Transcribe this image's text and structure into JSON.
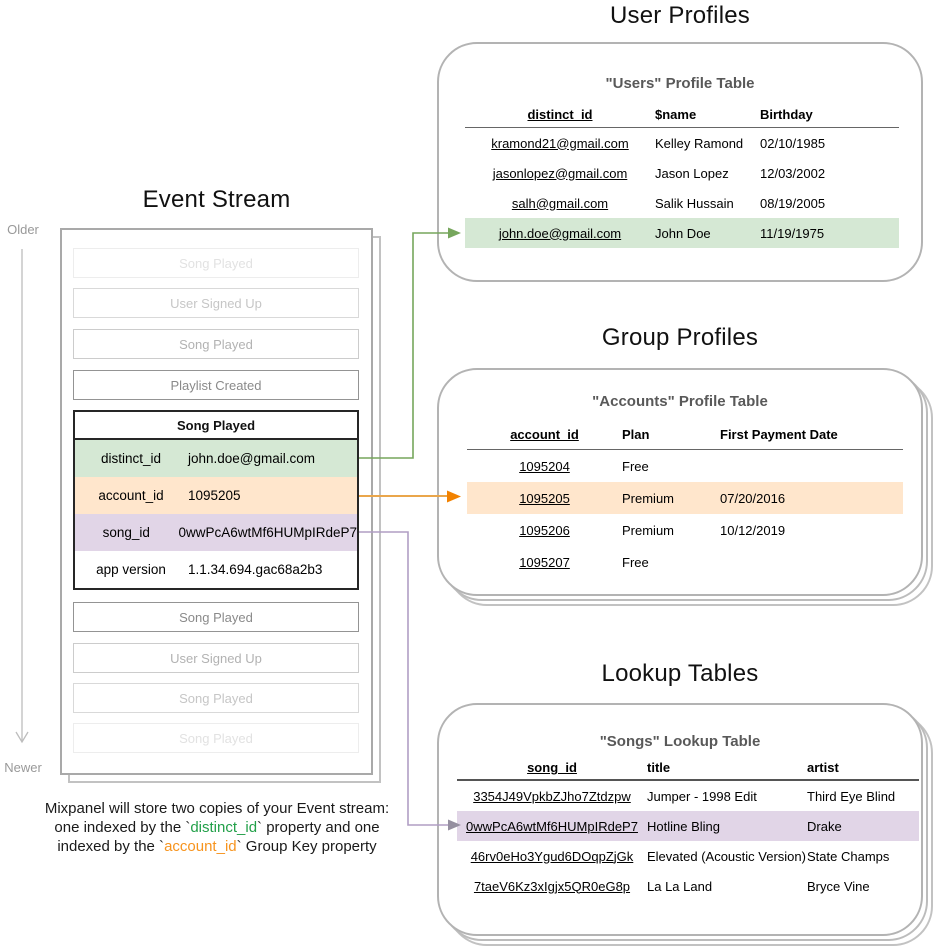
{
  "titles": {
    "event_stream": "Event Stream",
    "user_profiles": "User Profiles",
    "group_profiles": "Group Profiles",
    "lookup_tables": "Lookup Tables"
  },
  "timeline": {
    "older": "Older",
    "newer": "Newer"
  },
  "event_stream": {
    "events_before": [
      "Song Played",
      "User Signed Up",
      "Song Played",
      "Playlist Created"
    ],
    "expanded_event": {
      "name": "Song Played",
      "properties": [
        {
          "key": "distinct_id",
          "value": "john.doe@gmail.com",
          "highlight": "green"
        },
        {
          "key": "account_id",
          "value": "1095205",
          "highlight": "orange"
        },
        {
          "key": "song_id",
          "value": "0wwPcA6wtMf6HUMpIRdeP7",
          "highlight": "purple"
        },
        {
          "key": "app version",
          "value": "1.1.34.694.gac68a2b3",
          "highlight": "none"
        }
      ]
    },
    "events_after": [
      "Song Played",
      "User Signed Up",
      "Song Played",
      "Song Played"
    ]
  },
  "caption": {
    "line1": "Mixpanel will store two copies of your Event stream:",
    "line2_prefix": "one indexed by the `",
    "line2_highlight": "distinct_id",
    "line2_suffix": "` property and one",
    "line3_prefix": "indexed by the `",
    "line3_highlight": "account_id",
    "line3_suffix": "` Group Key property"
  },
  "users_table": {
    "heading": "\"Users\" Profile Table",
    "columns": [
      "distinct_id",
      "$name",
      "Birthday"
    ],
    "rows": [
      [
        "kramond21@gmail.com",
        "Kelley Ramond",
        "02/10/1985"
      ],
      [
        "jasonlopez@gmail.com",
        "Jason Lopez",
        "12/03/2002"
      ],
      [
        "salh@gmail.com",
        "Salik Hussain",
        "08/19/2005"
      ],
      [
        "john.doe@gmail.com",
        "John Doe",
        "11/19/1975"
      ]
    ],
    "highlighted_row": 3
  },
  "accounts_table": {
    "heading": "\"Accounts\" Profile Table",
    "columns": [
      "account_id",
      "Plan",
      "First Payment Date"
    ],
    "rows": [
      [
        "1095204",
        "Free",
        ""
      ],
      [
        "1095205",
        "Premium",
        "07/20/2016"
      ],
      [
        "1095206",
        "Premium",
        "10/12/2019"
      ],
      [
        "1095207",
        "Free",
        ""
      ]
    ],
    "highlighted_row": 1
  },
  "songs_table": {
    "heading": "\"Songs\" Lookup Table",
    "columns": [
      "song_id",
      "title",
      "artist"
    ],
    "rows": [
      [
        "3354J49VpkbZJho7Ztdzpw",
        "Jumper - 1998 Edit",
        "Third Eye Blind"
      ],
      [
        "0wwPcA6wtMf6HUMpIRdeP7",
        "Hotline Bling",
        "Drake"
      ],
      [
        "46rv0eHo3Ygud6DOqpZjGk",
        "Elevated (Acoustic Version)",
        "State Champs"
      ],
      [
        "7taeV6Kz3xIgjx5QR0eG8p",
        "La La Land",
        "Bryce Vine"
      ]
    ],
    "highlighted_row": 1
  },
  "colors": {
    "green_highlight": "#d5e8d4",
    "orange_highlight": "#ffe6cc",
    "purple_highlight": "#e1d5e7",
    "green_arrow": "#76a65c",
    "orange_arrow": "#eaa64b",
    "orange_arrowhead": "#f28200",
    "purple_arrow": "#b09ec4",
    "caption_green": "#22a049",
    "caption_orange": "#f7941e"
  }
}
